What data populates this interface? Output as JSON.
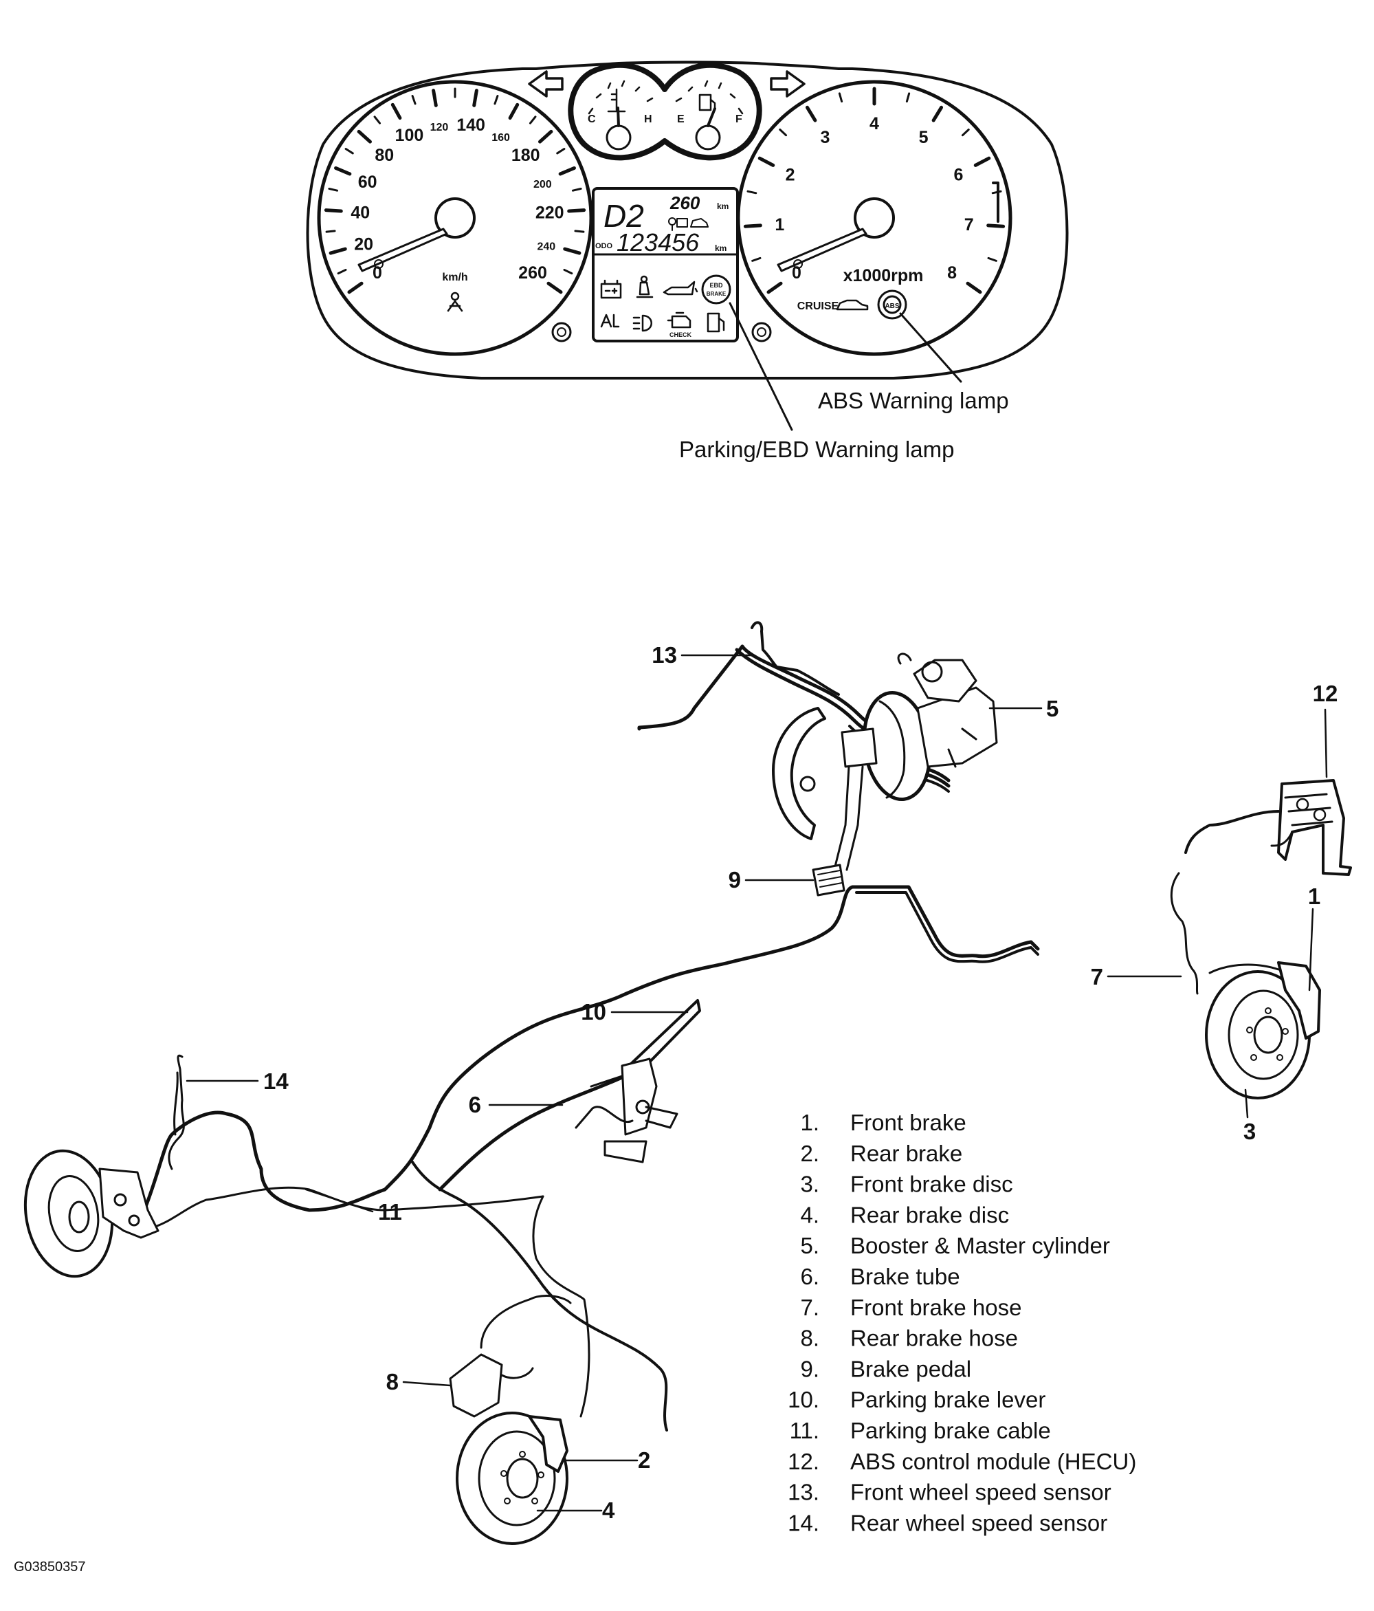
{
  "cluster": {
    "speedometer": {
      "ticks": [
        "0",
        "20",
        "40",
        "60",
        "80",
        "100",
        "120",
        "140",
        "160",
        "180",
        "200",
        "220",
        "240",
        "260"
      ],
      "unit": "km/h"
    },
    "tachometer": {
      "ticks": [
        "0",
        "1",
        "2",
        "3",
        "4",
        "5",
        "6",
        "7",
        "8"
      ],
      "unit": "x1000rpm",
      "cruise": "CRUISE"
    },
    "gauges": {
      "temp_cold": "C",
      "temp_hot": "H",
      "fuel_empty": "E",
      "fuel_full": "F"
    },
    "lcd": {
      "gear": "D2",
      "trip": "260",
      "trip_unit": "km",
      "odo_label": "ODO",
      "odo": "123456",
      "odo_unit": "km"
    },
    "indicators": {
      "check": "CHECK",
      "abs": "ABS",
      "ebd": "EBD"
    }
  },
  "callouts": {
    "abs_lamp": "ABS Warning lamp",
    "parking_lamp": "Parking/EBD Warning lamp"
  },
  "diagram_numbers": [
    "1",
    "2",
    "3",
    "4",
    "5",
    "6",
    "7",
    "8",
    "9",
    "10",
    "11",
    "12",
    "13",
    "14"
  ],
  "legend": [
    {
      "num": "1.",
      "label": "Front brake"
    },
    {
      "num": "2.",
      "label": "Rear brake"
    },
    {
      "num": "3.",
      "label": "Front brake disc"
    },
    {
      "num": "4.",
      "label": "Rear brake disc"
    },
    {
      "num": "5.",
      "label": "Booster & Master cylinder"
    },
    {
      "num": "6.",
      "label": "Brake tube"
    },
    {
      "num": "7.",
      "label": "Front brake hose"
    },
    {
      "num": "8.",
      "label": "Rear brake hose"
    },
    {
      "num": "9.",
      "label": "Brake pedal"
    },
    {
      "num": "10.",
      "label": "Parking brake lever"
    },
    {
      "num": "11.",
      "label": "Parking brake cable"
    },
    {
      "num": "12.",
      "label": "ABS control module (HECU)"
    },
    {
      "num": "13.",
      "label": "Front wheel speed sensor"
    },
    {
      "num": "14.",
      "label": "Rear wheel speed sensor"
    }
  ],
  "figure_code": "G03850357"
}
